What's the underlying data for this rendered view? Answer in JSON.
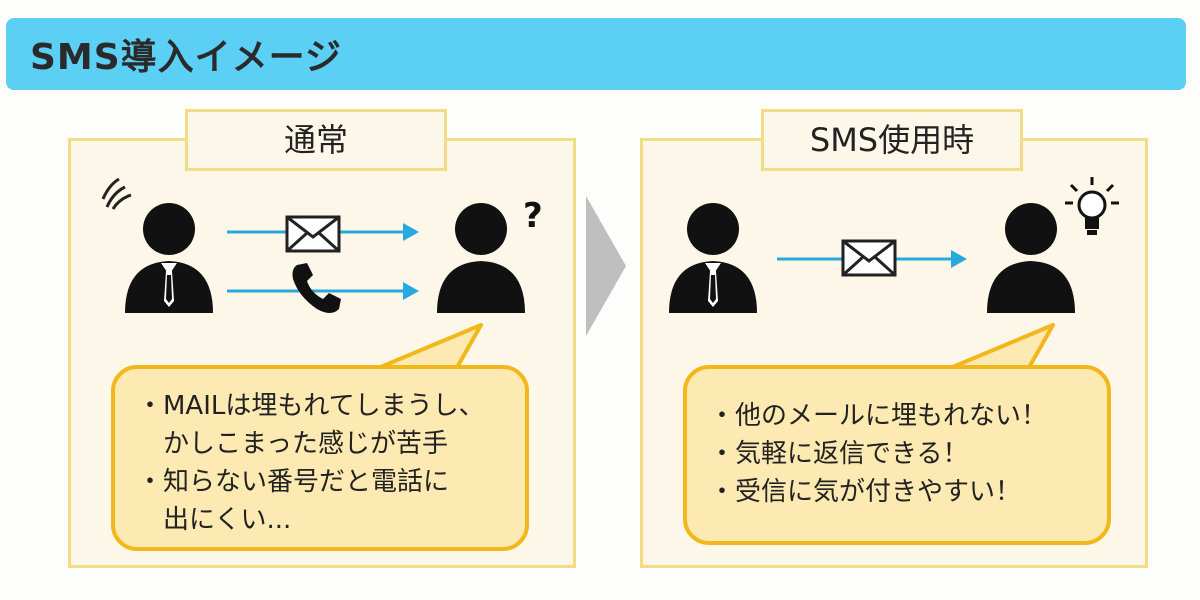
{
  "header": {
    "title": "SMS導入イメージ"
  },
  "panels": {
    "normal": {
      "label": "通常",
      "bubble_lines": [
        "・MAILは埋もれてしまうし、",
        "　かしこまった感じが苦手",
        "・知らない番号だと電話に",
        "　出にくい..."
      ]
    },
    "sms": {
      "label": "SMS使用時",
      "bubble_lines": [
        "・他のメールに埋もれない！",
        "・気軽に返信できる！",
        "・受信に気が付きやすい！"
      ]
    }
  },
  "colors": {
    "header_bar": "#5ccff5",
    "panel_bg": "#fcf7e8",
    "panel_border": "#f2dc86",
    "bubble_fill": "#fde9b2",
    "bubble_border": "#f2b71a",
    "arrow": "#29a8e0",
    "divider_arrow": "#bfbfbf"
  },
  "icons": [
    "person-icon",
    "envelope-icon",
    "phone-icon",
    "question-mark-icon",
    "lightbulb-icon",
    "vibration-icon",
    "arrow-right-icon"
  ]
}
